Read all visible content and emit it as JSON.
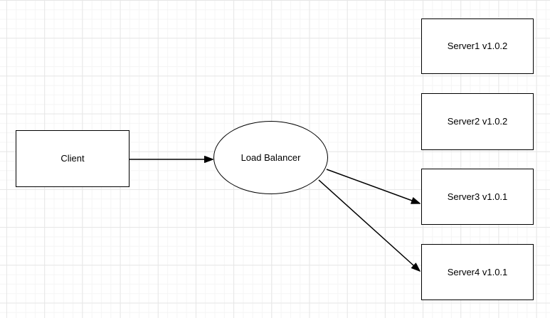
{
  "diagram": {
    "nodes": {
      "client": {
        "label": "Client",
        "shape": "rectangle"
      },
      "load_balancer": {
        "label": "Load Balancer",
        "shape": "ellipse"
      },
      "server1": {
        "label": "Server1 v1.0.2",
        "shape": "rectangle"
      },
      "server2": {
        "label": "Server2 v1.0.2",
        "shape": "rectangle"
      },
      "server3": {
        "label": "Server3 v1.0.1",
        "shape": "rectangle"
      },
      "server4": {
        "label": "Server4 v1.0.1",
        "shape": "rectangle"
      }
    },
    "edges": [
      {
        "from": "client",
        "to": "load_balancer",
        "arrow": "filled-triangle"
      },
      {
        "from": "load_balancer",
        "to": "server3",
        "arrow": "filled-triangle"
      },
      {
        "from": "load_balancer",
        "to": "server4",
        "arrow": "filled-triangle"
      }
    ],
    "colors": {
      "canvas_bg": "#ffffff",
      "grid_minor": "#f5f5f5",
      "grid_major": "#e6e6e6",
      "node_fill": "#ffffff",
      "node_stroke": "#000000",
      "edge_stroke": "#000000",
      "text": "#000000"
    }
  }
}
